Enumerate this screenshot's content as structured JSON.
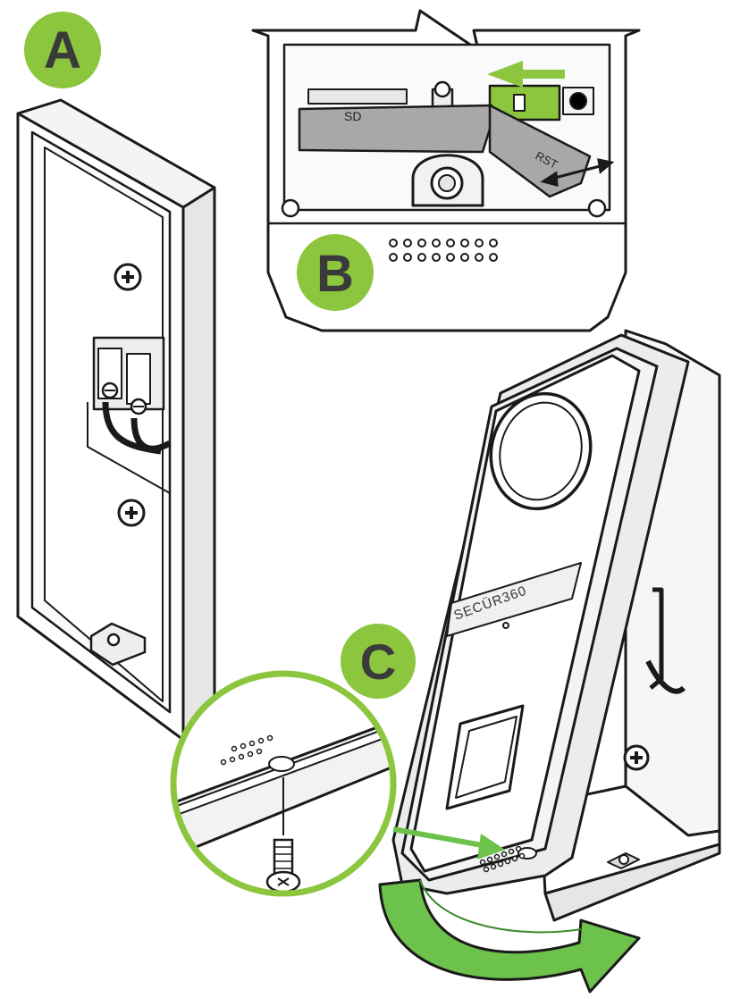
{
  "steps": [
    {
      "id": "A",
      "label": "A"
    },
    {
      "id": "B",
      "label": "B"
    },
    {
      "id": "C",
      "label": "C"
    }
  ],
  "device": {
    "sd_label": "SD",
    "reset_label": "RST",
    "brand_label": "SECÜR360"
  },
  "colors": {
    "accent_green": "#8cc63f",
    "arrow_green": "#6cc24a",
    "label_gray": "#a8a8a8",
    "line": "#1a1a1a"
  }
}
